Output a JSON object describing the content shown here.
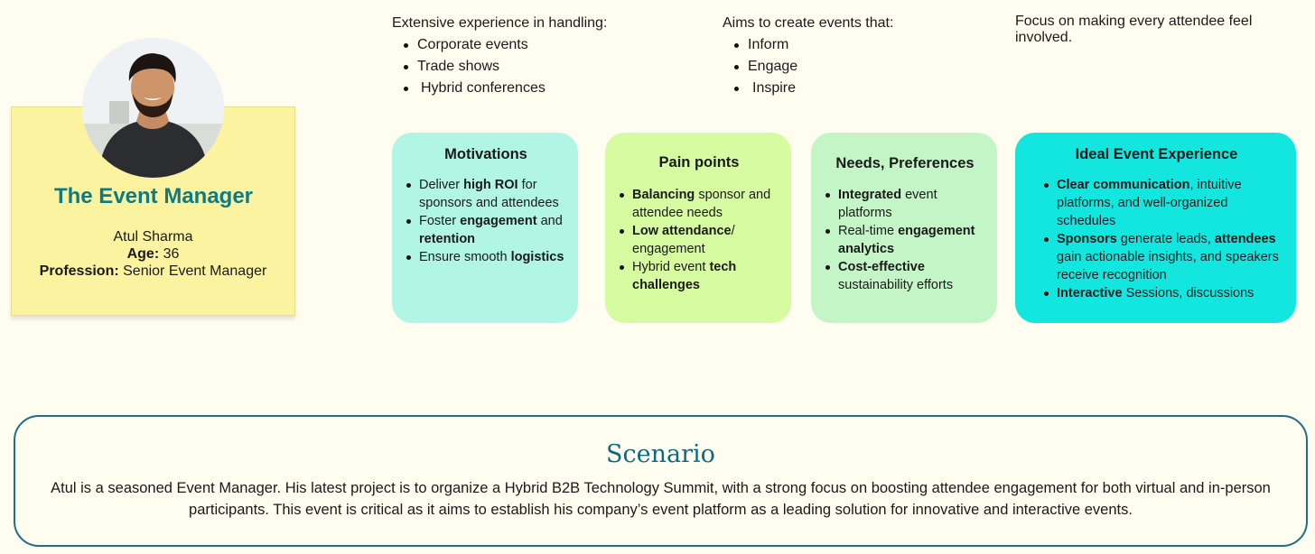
{
  "persona": {
    "title": "The Event Manager",
    "name": "Atul Sharma",
    "age_label": "Age:",
    "age_value": "36",
    "profession_label": "Profession:",
    "profession_value": "Senior Event Manager"
  },
  "statements": [
    {
      "heading": "Extensive experience in handling:",
      "items": [
        "Corporate events",
        "Trade shows",
        "Hybrid conferences"
      ]
    },
    {
      "heading": "Aims to create events that:",
      "items": [
        "Inform",
        "Engage",
        "Inspire"
      ]
    },
    {
      "heading": "Focus on making every attendee feel involved."
    }
  ],
  "cards": {
    "motivations": {
      "title": "Motivations",
      "items": [
        {
          "pre": "Deliver ",
          "bold": "high ROI",
          "post": " for sponsors and attendees"
        },
        {
          "pre": "Foster ",
          "bold": "engagement",
          "mid": " and ",
          "bold2": "retention",
          "post": ""
        },
        {
          "pre": "Ensure smooth ",
          "bold": "logistics",
          "post": ""
        }
      ]
    },
    "pain": {
      "title": "Pain points",
      "items": [
        {
          "pre": "",
          "bold": "Balancing",
          "post": " sponsor and attendee needs"
        },
        {
          "pre": "",
          "bold": "Low attendance",
          "post": "/ engagement"
        },
        {
          "pre": "Hybrid event ",
          "bold": "tech challenges",
          "post": ""
        }
      ]
    },
    "needs": {
      "title": "Needs, Preferences",
      "items": [
        {
          "pre": "",
          "bold": "Integrated",
          "post": " event platforms"
        },
        {
          "pre": "Real-time ",
          "bold": "engagement analytics",
          "post": ""
        },
        {
          "pre": "",
          "bold": "Cost-effective",
          "post": " sustainability efforts"
        }
      ]
    },
    "ideal": {
      "title": "Ideal Event Experience",
      "items": [
        {
          "pre": "",
          "bold": "Clear communication",
          "post": ", intuitive platforms, and well-organized schedules"
        },
        {
          "pre": "",
          "bold": "Sponsors",
          "mid": " generate leads, ",
          "bold2": "attendees",
          "post": " gain actionable insights, and speakers receive recognition"
        },
        {
          "pre": "",
          "bold": "Interactive",
          "post": " Sessions, discussions"
        }
      ]
    }
  },
  "scenario": {
    "title": "Scenario",
    "body": "Atul is a seasoned Event Manager. His latest project is to organize a Hybrid B2B Technology Summit, with a strong focus on boosting attendee engagement for both virtual and in-person participants. This event is critical as it aims to establish his company’s event platform as a leading solution for innovative and interactive events."
  },
  "colors": {
    "background": "#fefdf0",
    "persona_card": "#fbf3a0",
    "accent_title": "#0e7a83",
    "motivations": "#b1f5e4",
    "pain_points": "#d6fba0",
    "needs": "#c3f5c6",
    "ideal": "#12e6df"
  }
}
